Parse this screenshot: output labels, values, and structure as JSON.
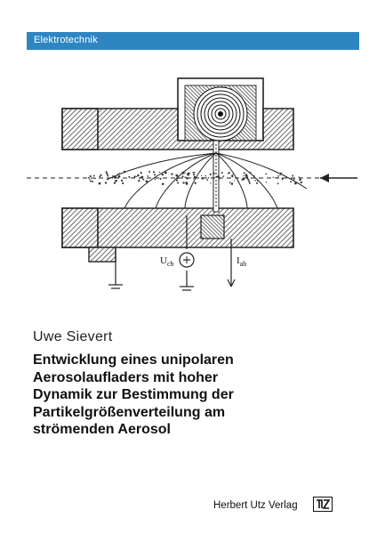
{
  "header": {
    "series": "Elektrotechnik",
    "bar_color": "#2e86c1"
  },
  "figure": {
    "labels": {
      "voltage": "U",
      "voltage_sub": "ch",
      "current": "I",
      "current_sub": "ab"
    }
  },
  "book": {
    "author": "Uwe Sievert",
    "title_lines": [
      "Entwicklung eines unipolaren",
      "Aerosolaufladers mit hoher",
      "Dynamik zur Bestimmung der",
      "Partikelgrößenverteilung am",
      "strömenden Aerosol"
    ]
  },
  "publisher": {
    "name": "Herbert Utz Verlag",
    "logo_icon": "utz-logo-icon"
  }
}
